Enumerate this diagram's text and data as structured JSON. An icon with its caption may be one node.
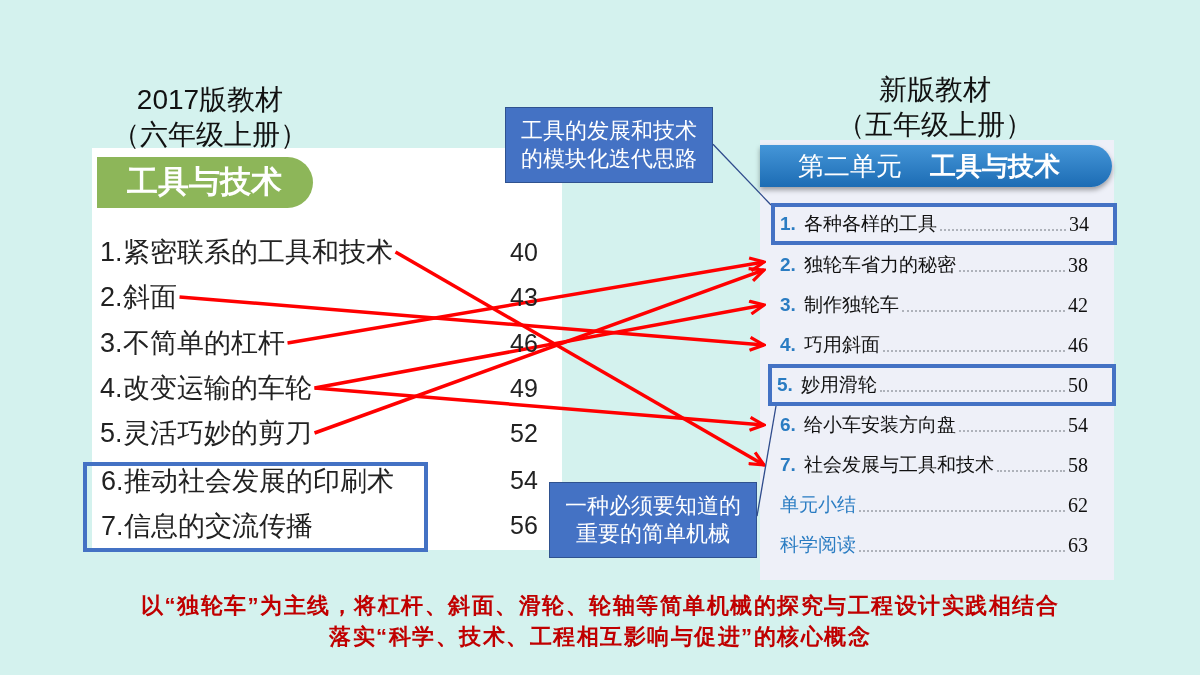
{
  "diagram": {
    "nodes": [
      {
        "text": [
          "2017版教材",
          "（六年级上册）"
        ]
      },
      {
        "text": [
          "工具与技术"
        ],
        "in": 0
      },
      {
        "text": [
          "1.紧密联系的工具和技术"
        ],
        "in": 0
      },
      {
        "text": [
          "2.斜面"
        ],
        "in": 0
      },
      {
        "text": [
          "3.不简单的杠杆"
        ],
        "in": 0
      },
      {
        "text": [
          "4.改变运输的车轮"
        ],
        "in": 0
      },
      {
        "text": [
          "5.灵活巧妙的剪刀"
        ],
        "in": 0
      },
      {
        "text": [
          "6.推动社会发展的印刷术",
          "7.信息的交流传播"
        ],
        "in": 0
      },
      {
        "text": [
          "工具的发展和技术的模块化迭代思路"
        ]
      },
      {
        "text": [
          "一种必须要知道的重要的简单机械"
        ]
      },
      {
        "text": [
          "新版教材",
          "（五年级上册）"
        ]
      },
      {
        "text": [
          "第二单元",
          "工具与技术"
        ],
        "in": 10
      },
      {
        "text": [
          "1.",
          "各种各样的工具",
          "34"
        ],
        "in": 10
      },
      {
        "text": [
          "2.",
          "独轮车省力的秘密",
          "38"
        ],
        "in": 10
      },
      {
        "text": [
          "3.",
          "制作独轮车",
          "42"
        ],
        "in": 10
      },
      {
        "text": [
          "4.",
          "巧用斜面",
          "46"
        ],
        "in": 10
      },
      {
        "text": [
          "5.",
          "妙用滑轮",
          "50"
        ],
        "in": 10
      },
      {
        "text": [
          "6.",
          "给小车安装方向盘",
          "54"
        ],
        "in": 10
      },
      {
        "text": [
          "7.",
          "社会发展与工具和技术",
          "58"
        ],
        "in": 10
      },
      {
        "text": [
          "单元小结",
          "62"
        ],
        "in": 10
      },
      {
        "text": [
          "科学阅读",
          "63"
        ],
        "in": 10
      }
    ],
    "edges": [
      {
        "from": 2,
        "to": 18,
        "arrow": "to"
      },
      {
        "from": 3,
        "to": 15,
        "arrow": "to"
      },
      {
        "from": 4,
        "to": 13,
        "arrow": "to"
      },
      {
        "from": 5,
        "to": 14,
        "arrow": "to"
      },
      {
        "from": 5,
        "to": 17,
        "arrow": "to"
      },
      {
        "from": 6,
        "to": 13,
        "arrow": "to"
      },
      {
        "from": 8,
        "to": 12,
        "arrow": "none",
        "color": "#2f4b8c"
      },
      {
        "from": 9,
        "to": 16,
        "arrow": "none",
        "color": "#2f4b8c"
      }
    ],
    "labels": [
      "40",
      "43",
      "46",
      "49",
      "52",
      "54",
      "56",
      "以“独轮车”为主线，将杠杆、斜面、滑轮、轮轴等简单机械的探究与工程设计实践相结合",
      "落实“科学、技术、工程相互影响与促进”的核心概念"
    ]
  }
}
